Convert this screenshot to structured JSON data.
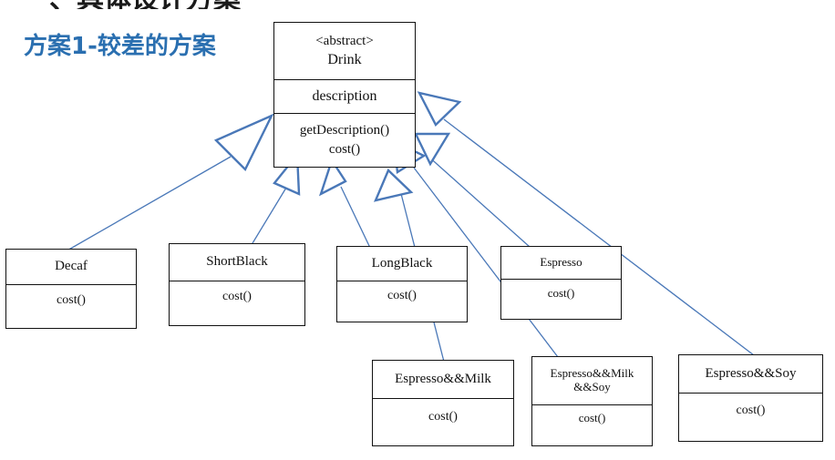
{
  "heading_cut": "一、具体设计方案",
  "heading": "方案1-较差的方案",
  "drink": {
    "stereotype": "<abstract>",
    "name": "Drink",
    "attribute": "description",
    "methods": [
      "getDescription()",
      "cost()"
    ]
  },
  "classes": [
    {
      "name": "Decaf",
      "method": "cost()"
    },
    {
      "name": "ShortBlack",
      "method": "cost()"
    },
    {
      "name": "LongBlack",
      "method": "cost()"
    },
    {
      "name": "Espresso",
      "method": "cost()"
    },
    {
      "name": "Espresso&&Milk",
      "method": "cost()"
    },
    {
      "name_line1": "Espresso&&Milk",
      "name_line2": "&&Soy",
      "method": "cost()"
    },
    {
      "name": "Espresso&&Soy",
      "method": "cost()"
    }
  ],
  "colors": {
    "heading": "#2a6fb0",
    "line": "#4a78b8",
    "border": "#111111"
  }
}
